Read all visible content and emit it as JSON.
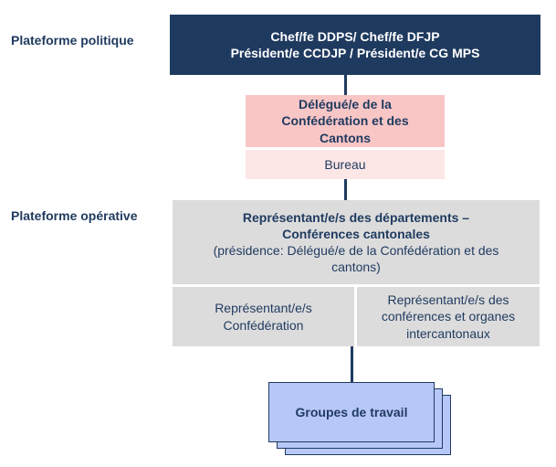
{
  "labels": {
    "political": "Plateforme politique",
    "operative": "Plateforme opérative"
  },
  "top_box": {
    "line1": "Chef/fe DDPS/ Chef/fe DFJP",
    "line2": "Président/e CCDJP / Président/e CG MPS"
  },
  "delegate_box": {
    "line1": "Délégué/e de la",
    "line2": "Confédération et des",
    "line3": "Cantons"
  },
  "bureau_box": {
    "text": "Bureau"
  },
  "representatives_box": {
    "title_line1": "Représentant/e/s des départements –",
    "title_line2": "Conférences cantonales",
    "sub_line1": "(présidence: Délégué/e de la Confédération et des",
    "sub_line2": "cantons)"
  },
  "confederation_box": {
    "line1": "Représentant/e/s",
    "line2": "Confédération"
  },
  "intercantonal_box": {
    "line1": "Représentant/e/s des",
    "line2": "conférences et organes",
    "line3": "intercantonaux"
  },
  "working_groups": {
    "text": "Groupes de travail"
  },
  "colors": {
    "navy": "#1f3a5f",
    "pink": "#f9c6c6",
    "light_pink": "#fde6e6",
    "gray": "#dcdcdc",
    "blue": "#b7c8f8"
  }
}
